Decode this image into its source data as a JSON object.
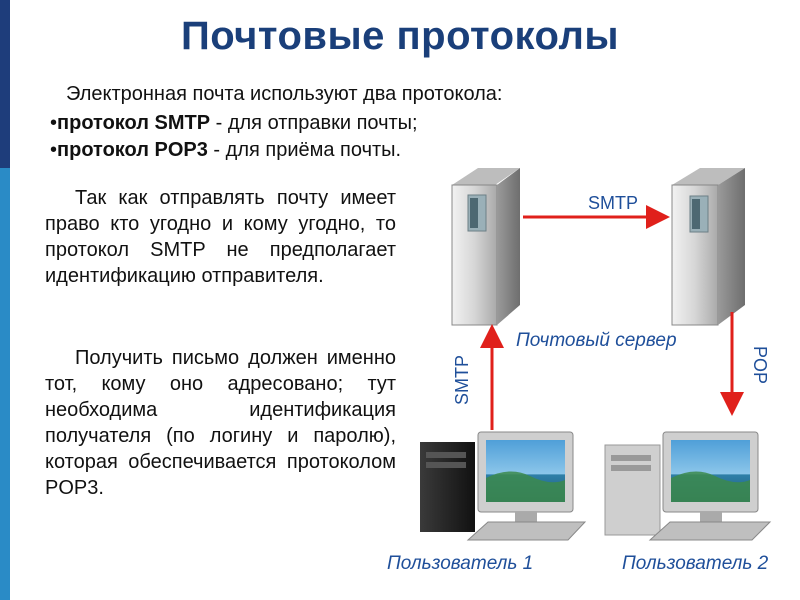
{
  "title": "Почтовые протоколы",
  "intro": "Электронная почта используют два протокола:",
  "bullets": [
    {
      "bold": "протокол SMTP",
      "rest": " - для отправки почты;"
    },
    {
      "bold": "протокол POP3",
      "rest": " - для приёма почты."
    }
  ],
  "paragraphs": [
    "Так как отправлять почту имеет право кто угодно и кому угодно, то протокол SMTP не предполагает идентификацию отправителя.",
    "Получить письмо должен именно тот, кому оно адресовано; тут необходима идентификация получателя (по логину и паролю), которая обеспечивается протоколом POP3."
  ],
  "diagram": {
    "server_label": "Почтовый сервер",
    "user1_label": "Пользователь 1",
    "user2_label": "Пользователь 2",
    "arrow_servers": "SMTP",
    "arrow_user1": "SMTP",
    "arrow_user2": "POP"
  },
  "colors": {
    "title": "#1a3f7a",
    "arrow": "#e0201b",
    "label": "#1f4f9a"
  }
}
